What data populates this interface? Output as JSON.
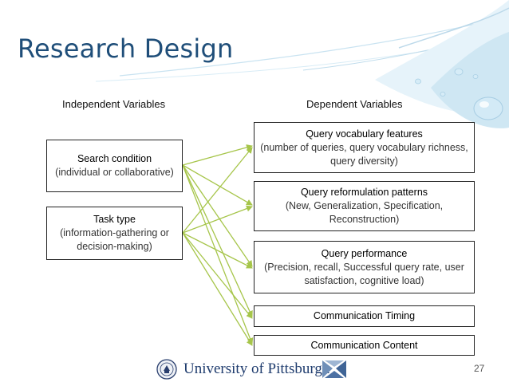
{
  "slide": {
    "title": "Research Design",
    "independent_heading": "Independent Variables",
    "dependent_heading": "Dependent Variables",
    "independent": [
      {
        "title": "Search condition",
        "subtitle": "(individual or collaborative)"
      },
      {
        "title": "Task type",
        "subtitle": "(information-gathering or decision-making)"
      }
    ],
    "dependent": [
      {
        "title": "Query vocabulary features",
        "subtitle": "(number of queries, query vocabulary richness, query diversity)"
      },
      {
        "title": "Query reformulation patterns",
        "subtitle": "(New, Generalization, Specification, Reconstruction)"
      },
      {
        "title": "Query performance",
        "subtitle": "(Precision, recall, Successful query rate, user satisfaction, cognitive load)"
      },
      {
        "title": "Communication Timing",
        "subtitle": ""
      },
      {
        "title": "Communication Content",
        "subtitle": ""
      }
    ],
    "footer": {
      "institution": "University of Pittsburgh",
      "page_number": "27"
    },
    "colors": {
      "title": "#1f4e79",
      "arrow": "#a6c54a",
      "deco": "#dceef7"
    }
  }
}
